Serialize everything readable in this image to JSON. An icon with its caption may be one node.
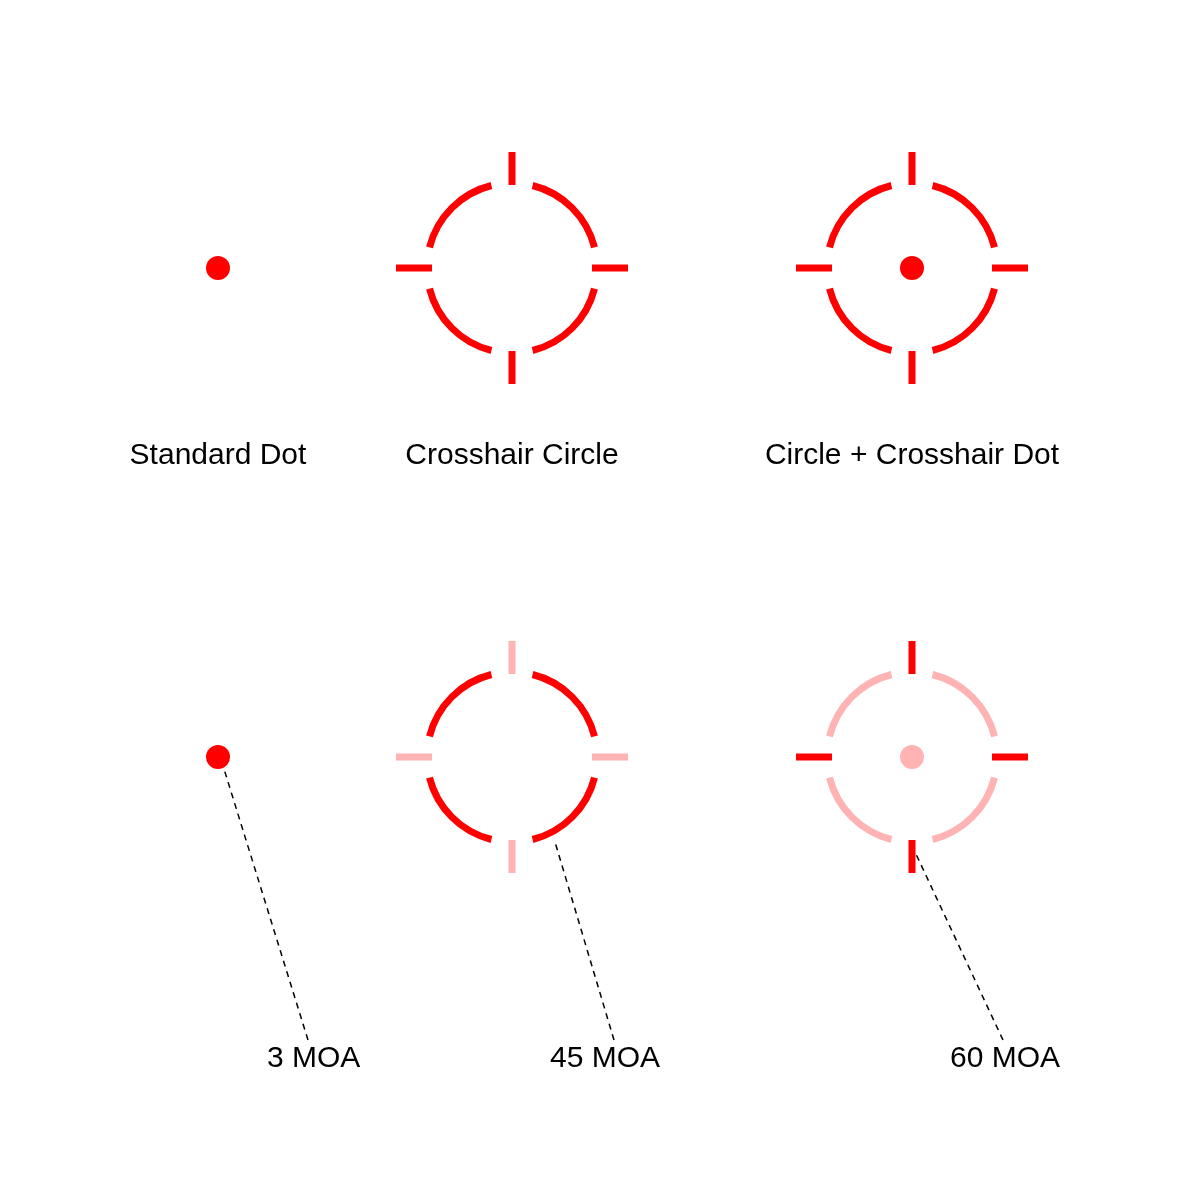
{
  "diagram": {
    "nodes": [
      {
        "text": [],
        "shape": "circle"
      },
      {
        "text": [],
        "shape": "circle"
      },
      {
        "text": [],
        "shape": "bar"
      },
      {
        "text": [
          "3 MOA"
        ]
      },
      {
        "text": [
          "45 MOA"
        ]
      },
      {
        "text": [
          "60 MOA"
        ]
      }
    ],
    "edges": [
      {
        "from": 3,
        "to": 0,
        "arrow": "none",
        "style": "dashed"
      },
      {
        "from": 4,
        "to": 1,
        "arrow": "none",
        "style": "dashed"
      },
      {
        "from": 5,
        "to": 2,
        "arrow": "none",
        "style": "dashed"
      }
    ],
    "labels": [
      "Standard Dot",
      "Crosshair Circle",
      "Circle + Crosshair Dot"
    ]
  }
}
